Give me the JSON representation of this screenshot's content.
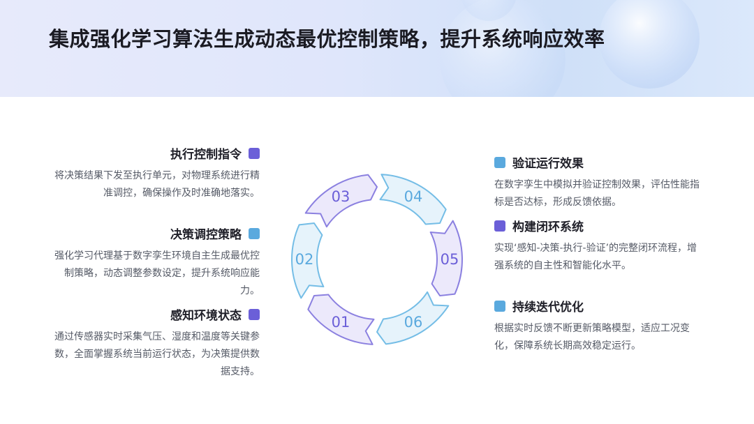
{
  "title": "集成强化学习算法生成动态最优控制策略，提升系统响应效率",
  "colors": {
    "purple": "#6b5fd8",
    "blue": "#5aa9de"
  },
  "cycle": [
    {
      "num": "01",
      "tone": "purple"
    },
    {
      "num": "02",
      "tone": "blue"
    },
    {
      "num": "03",
      "tone": "purple"
    },
    {
      "num": "04",
      "tone": "blue"
    },
    {
      "num": "05",
      "tone": "purple"
    },
    {
      "num": "06",
      "tone": "blue"
    }
  ],
  "left_items": [
    {
      "title": "执行控制指令",
      "tone": "purple",
      "desc": "将决策结果下发至执行单元，对物理系统进行精准调控，确保操作及时准确地落实。"
    },
    {
      "title": "决策调控策略",
      "tone": "blue",
      "desc": "强化学习代理基于数字孪生环境自主生成最优控制策略，动态调整参数设定，提升系统响应能力。"
    },
    {
      "title": "感知环境状态",
      "tone": "purple",
      "desc": "通过传感器实时采集气压、湿度和温度等关键参数，全面掌握系统当前运行状态，为决策提供数据支持。"
    }
  ],
  "right_items": [
    {
      "title": "验证运行效果",
      "tone": "blue",
      "desc": "在数字孪生中模拟并验证控制效果，评估性能指标是否达标，形成反馈依据。"
    },
    {
      "title": "构建闭环系统",
      "tone": "purple",
      "desc": "实现‘感知-决策-执行-验证’的完整闭环流程，增强系统的自主性和智能化水平。"
    },
    {
      "title": "持续迭代优化",
      "tone": "blue",
      "desc": "根据实时反馈不断更新策略模型，适应工况变化，保障系统长期高效稳定运行。"
    }
  ]
}
